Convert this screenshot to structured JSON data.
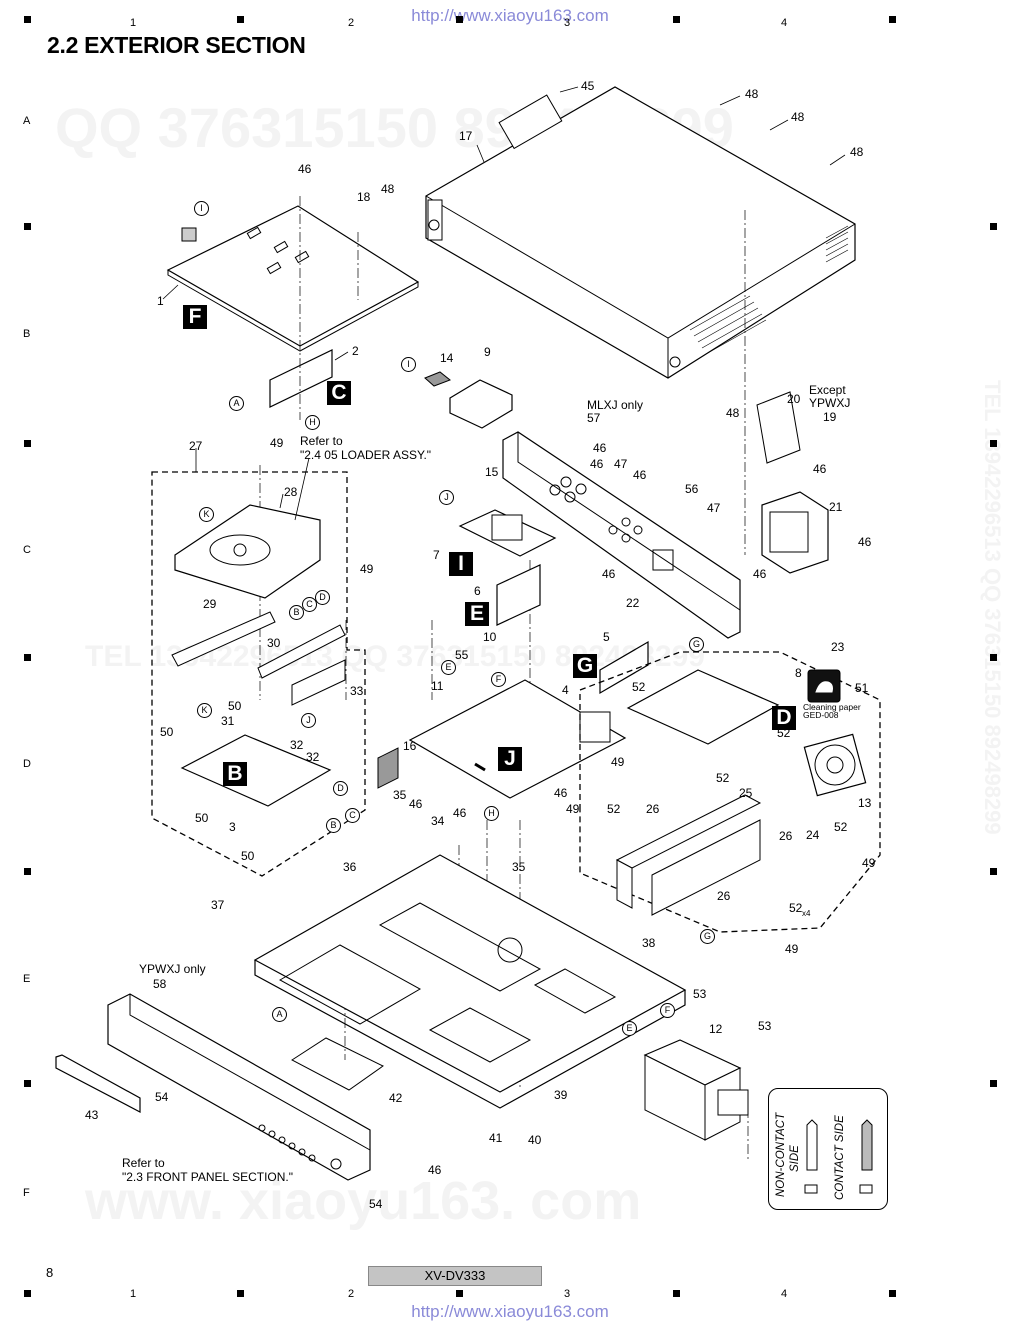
{
  "header": {
    "watermark_url": "http://www.xiaoyu163.com",
    "title": "2.2  EXTERIOR SECTION",
    "column_numbers": [
      "1",
      "2",
      "3",
      "4"
    ],
    "row_letters": [
      "A",
      "B",
      "C",
      "D",
      "E",
      "F"
    ]
  },
  "footer": {
    "page_number": "8",
    "model": "XV-DV333",
    "watermark_url": "http://www.xiaoyu163.com"
  },
  "ghost_watermarks": {
    "qq_line": "QQ 376315150  892498299",
    "tel_line": "TEL 13942296513  QQ 376315150  892498299",
    "site_line": "www. xiaoyu163. com",
    "side_text": "TEL 13942296513  QQ 376315150  892498299"
  },
  "board_letters": [
    "F",
    "C",
    "B",
    "I",
    "E",
    "G",
    "J",
    "D"
  ],
  "connector_markers": [
    "A",
    "B",
    "C",
    "D",
    "E",
    "F",
    "G",
    "H",
    "I",
    "J",
    "K"
  ],
  "notes": {
    "loader_ref_1": "Refer to",
    "loader_ref_2": "\"2.4 05 LOADER ASSY.\"",
    "mlxj_only": "MLXJ only",
    "except_1": "Except",
    "except_2": "YPWXJ",
    "ypwxj_only": "YPWXJ only",
    "front_ref_1": "Refer to",
    "front_ref_2": "\"2.3 FRONT PANEL SECTION.\"",
    "cleaning_1": "Cleaning paper",
    "cleaning_2": "GED-008",
    "x4": "x4"
  },
  "legend": {
    "non_contact_1": "NON-CONTACT",
    "non_contact_2": "SIDE",
    "contact": "CONTACT SIDE"
  },
  "part_labels": [
    {
      "id": "p45",
      "text": "45"
    },
    {
      "id": "p17",
      "text": "17"
    },
    {
      "id": "p48a",
      "text": "48"
    },
    {
      "id": "p48b",
      "text": "48"
    },
    {
      "id": "p48c",
      "text": "48"
    },
    {
      "id": "p48d",
      "text": "48"
    },
    {
      "id": "p48e",
      "text": "48"
    },
    {
      "id": "p46a",
      "text": "46"
    },
    {
      "id": "p18",
      "text": "18"
    },
    {
      "id": "p1",
      "text": "1"
    },
    {
      "id": "p2",
      "text": "2"
    },
    {
      "id": "p14",
      "text": "14"
    },
    {
      "id": "p9",
      "text": "9"
    },
    {
      "id": "p20",
      "text": "20"
    },
    {
      "id": "p19",
      "text": "19"
    },
    {
      "id": "p57",
      "text": "57"
    },
    {
      "id": "p27",
      "text": "27"
    },
    {
      "id": "p49a",
      "text": "49"
    },
    {
      "id": "p28",
      "text": "28"
    },
    {
      "id": "p15",
      "text": "15"
    },
    {
      "id": "p46b",
      "text": "46"
    },
    {
      "id": "p46c",
      "text": "46"
    },
    {
      "id": "p47a",
      "text": "47"
    },
    {
      "id": "p46d",
      "text": "46"
    },
    {
      "id": "p56",
      "text": "56"
    },
    {
      "id": "p47b",
      "text": "47"
    },
    {
      "id": "p46e",
      "text": "46"
    },
    {
      "id": "p21",
      "text": "21"
    },
    {
      "id": "p46f",
      "text": "46"
    },
    {
      "id": "p7",
      "text": "7"
    },
    {
      "id": "p46g",
      "text": "46"
    },
    {
      "id": "p46h",
      "text": "46"
    },
    {
      "id": "p22",
      "text": "22"
    },
    {
      "id": "p49b",
      "text": "49"
    },
    {
      "id": "p29",
      "text": "29"
    },
    {
      "id": "p6",
      "text": "6"
    },
    {
      "id": "p30",
      "text": "30"
    },
    {
      "id": "p10",
      "text": "10"
    },
    {
      "id": "p5",
      "text": "5"
    },
    {
      "id": "p23",
      "text": "23"
    },
    {
      "id": "p55",
      "text": "55"
    },
    {
      "id": "p11",
      "text": "11"
    },
    {
      "id": "p33",
      "text": "33"
    },
    {
      "id": "p4",
      "text": "4"
    },
    {
      "id": "p8",
      "text": "8"
    },
    {
      "id": "p51",
      "text": "51"
    },
    {
      "id": "p52a",
      "text": "52"
    },
    {
      "id": "p50a",
      "text": "50"
    },
    {
      "id": "p31",
      "text": "31"
    },
    {
      "id": "p32a",
      "text": "32"
    },
    {
      "id": "p32b",
      "text": "32"
    },
    {
      "id": "p50b",
      "text": "50"
    },
    {
      "id": "p16",
      "text": "16"
    },
    {
      "id": "p52b",
      "text": "52"
    },
    {
      "id": "p49c",
      "text": "49"
    },
    {
      "id": "p52c",
      "text": "52"
    },
    {
      "id": "p13",
      "text": "13"
    },
    {
      "id": "p50c",
      "text": "50"
    },
    {
      "id": "p3",
      "text": "3"
    },
    {
      "id": "p35a",
      "text": "35"
    },
    {
      "id": "p46i",
      "text": "46"
    },
    {
      "id": "p46j",
      "text": "46"
    },
    {
      "id": "p34",
      "text": "34"
    },
    {
      "id": "p46k",
      "text": "46"
    },
    {
      "id": "p49d",
      "text": "49"
    },
    {
      "id": "p52d",
      "text": "52"
    },
    {
      "id": "p26a",
      "text": "26"
    },
    {
      "id": "p25",
      "text": "25"
    },
    {
      "id": "p24",
      "text": "24"
    },
    {
      "id": "p52e",
      "text": "52"
    },
    {
      "id": "p26b",
      "text": "26"
    },
    {
      "id": "p50d",
      "text": "50"
    },
    {
      "id": "p36",
      "text": "36"
    },
    {
      "id": "p35b",
      "text": "35"
    },
    {
      "id": "p49e",
      "text": "49"
    },
    {
      "id": "p26c",
      "text": "26"
    },
    {
      "id": "p52f",
      "text": "52"
    },
    {
      "id": "p37",
      "text": "37"
    },
    {
      "id": "p38",
      "text": "38"
    },
    {
      "id": "p49f",
      "text": "49"
    },
    {
      "id": "p58",
      "text": "58"
    },
    {
      "id": "p53a",
      "text": "53"
    },
    {
      "id": "p12",
      "text": "12"
    },
    {
      "id": "p53b",
      "text": "53"
    },
    {
      "id": "p54a",
      "text": "54"
    },
    {
      "id": "p43",
      "text": "43"
    },
    {
      "id": "p42",
      "text": "42"
    },
    {
      "id": "p39",
      "text": "39"
    },
    {
      "id": "p41",
      "text": "41"
    },
    {
      "id": "p40",
      "text": "40"
    },
    {
      "id": "p46l",
      "text": "46"
    },
    {
      "id": "p54b",
      "text": "54"
    }
  ]
}
